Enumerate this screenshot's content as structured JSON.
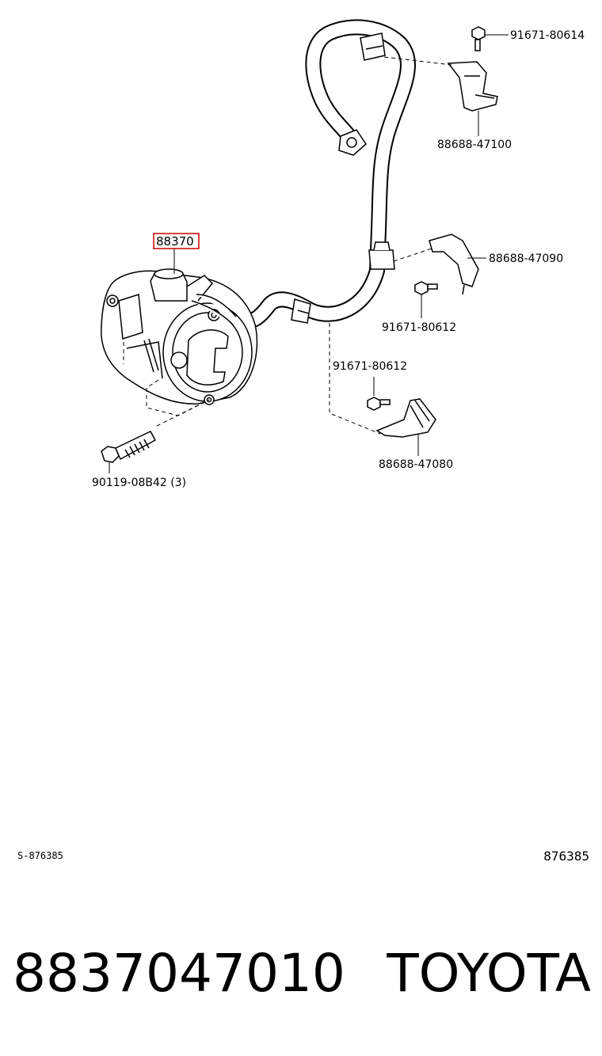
{
  "diagram": {
    "highlighted_part": "88370",
    "callouts": {
      "bolt_top": "91671-80614",
      "bracket_top": "88688-47100",
      "bracket_mid": "88688-47090",
      "bolt_mid": "91671-80612",
      "bolt_lower": "91671-80612",
      "bracket_lower": "88688-47080",
      "mount_bolt": "90119-08B42 (3)"
    }
  },
  "footer": {
    "sheet_code": "S-876385",
    "diagram_code": "876385"
  },
  "title": {
    "part_number": "8837047010",
    "brand": "TOYOTA"
  },
  "colors": {
    "highlight": "#cc0000",
    "line": "#000000",
    "background": "#ffffff"
  }
}
